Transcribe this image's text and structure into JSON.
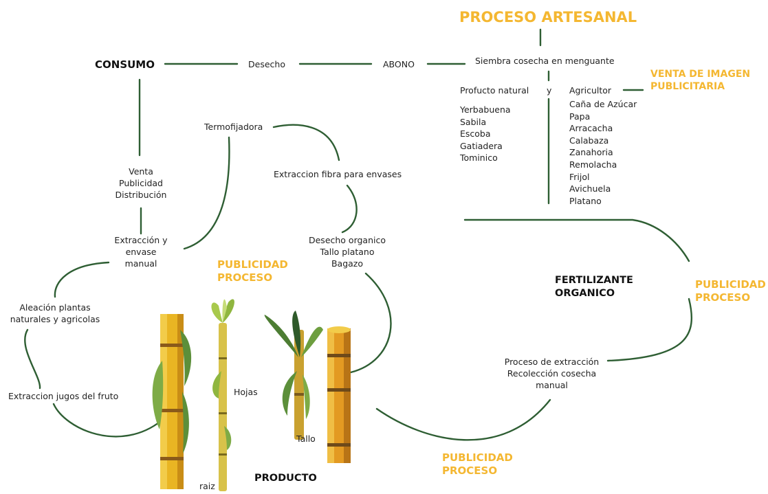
{
  "colors": {
    "line": "#2e5e33",
    "accent": "#f4b731",
    "text": "#222222",
    "stalk_yellow": "#e9b523",
    "stalk_orange": "#d98a1c",
    "leaf_green": "#5c8f3a",
    "leaf_light": "#a8c94c"
  },
  "title": "PROCESO ARTESANAL",
  "consumo": "CONSUMO",
  "desecho": "Desecho",
  "abono": "ABONO",
  "siembra": "Siembra cosecha en menguante",
  "profucto": "Profucto natural",
  "y": "y",
  "agricultor": "Agricultor",
  "venta_imagen": [
    "VENTA DE IMAGEN",
    "PUBLICITARIA"
  ],
  "natural_products": [
    "Yerbabuena",
    "Sabila",
    "Escoba",
    "Gatiadera",
    "Tominico"
  ],
  "agri_products": [
    "Caña de Azúcar",
    "Papa",
    "Arracacha",
    "Calabaza",
    "Zanahoria",
    "Remolacha",
    "Frijol",
    "Avichuela",
    "Platano"
  ],
  "venta_block": [
    "Venta",
    "Publicidad",
    "Distribución"
  ],
  "termofijadora": "Termofijadora",
  "extraccion_fibra": "Extraccion fibra para envases",
  "extraccion_envase": [
    "Extracción y",
    "envase",
    "manual"
  ],
  "desecho_organico": [
    "Desecho organico",
    "Tallo platano",
    "Bagazo"
  ],
  "publicidad_1": [
    "PUBLICIDAD",
    "PROCESO"
  ],
  "publicidad_2": [
    "PUBLICIDAD",
    "PROCESO"
  ],
  "publicidad_3": [
    "PUBLICIDAD",
    "PROCESO"
  ],
  "fertilizante": [
    "FERTILIZANTE",
    "ORGANICO"
  ],
  "aleacion": [
    "Aleación plantas",
    "naturales y agricolas"
  ],
  "extraccion_jugos": "Extraccion jugos del fruto",
  "proceso_extraccion": [
    "Proceso de extracción",
    "Recolección cosecha",
    "manual"
  ],
  "hojas": "Hojas",
  "tallo": "Tallo",
  "raiz": "raiz",
  "producto": "PRODUCTO"
}
